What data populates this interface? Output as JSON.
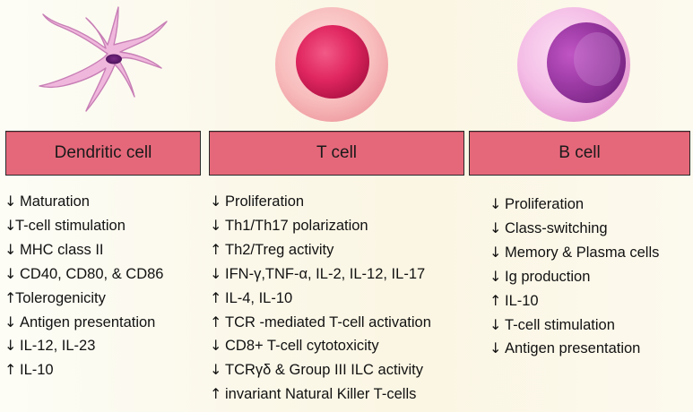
{
  "columns": [
    {
      "header": "Dendritic cell",
      "effects": [
        {
          "arrow": "↓",
          "text": "Maturation"
        },
        {
          "arrow": "↓",
          "text": "T-cell stimulation"
        },
        {
          "arrow": "↓",
          "text": "MHC class II"
        },
        {
          "arrow": "↓",
          "text": "CD40, CD80, & CD86"
        },
        {
          "arrow": "↑",
          "text": "Tolerogenicity"
        },
        {
          "arrow": "↓",
          "text": "Antigen presentation"
        },
        {
          "arrow": "↓",
          "text": "IL-12, IL-23"
        },
        {
          "arrow": "↑",
          "text": "IL-10"
        }
      ]
    },
    {
      "header": "T cell",
      "effects": [
        {
          "arrow": "↓",
          "text": "Proliferation"
        },
        {
          "arrow": "↓",
          "text": "Th1/Th17 polarization"
        },
        {
          "arrow": "↑",
          "text": "Th2/Treg activity"
        },
        {
          "arrow": "↓",
          "text": "IFN-γ,TNF-α, IL-2, IL-12, IL-17"
        },
        {
          "arrow": "↑",
          "text": "IL-4, IL-10"
        },
        {
          "arrow": "↑",
          "text": "TCR -mediated T-cell activation"
        },
        {
          "arrow": "↓",
          "text": "CD8+ T-cell cytotoxicity"
        },
        {
          "arrow": "↓",
          "text": "TCRγδ & Group III ILC activity"
        },
        {
          "arrow": "↑",
          "text": "invariant Natural Killer T-cells"
        }
      ]
    },
    {
      "header": "B cell",
      "effects": [
        {
          "arrow": "↓",
          "text": "Proliferation"
        },
        {
          "arrow": "↓",
          "text": "Class-switching"
        },
        {
          "arrow": "↓",
          "text": "Memory & Plasma cells"
        },
        {
          "arrow": "↓",
          "text": "Ig production"
        },
        {
          "arrow": "↑",
          "text": "IL-10"
        },
        {
          "arrow": "↓",
          "text": "T-cell stimulation"
        },
        {
          "arrow": "↓",
          "text": "Antigen presentation"
        }
      ]
    }
  ],
  "colors": {
    "header_fill": "#e5687a",
    "dendritic_body": "#f0b7dc",
    "t_cell_membrane": "#f6b0b4",
    "t_cell_nucleus": "#dc1f5c",
    "b_cell_membrane": "#f0aadc",
    "b_cell_nucleus": "#9a3aa0"
  }
}
